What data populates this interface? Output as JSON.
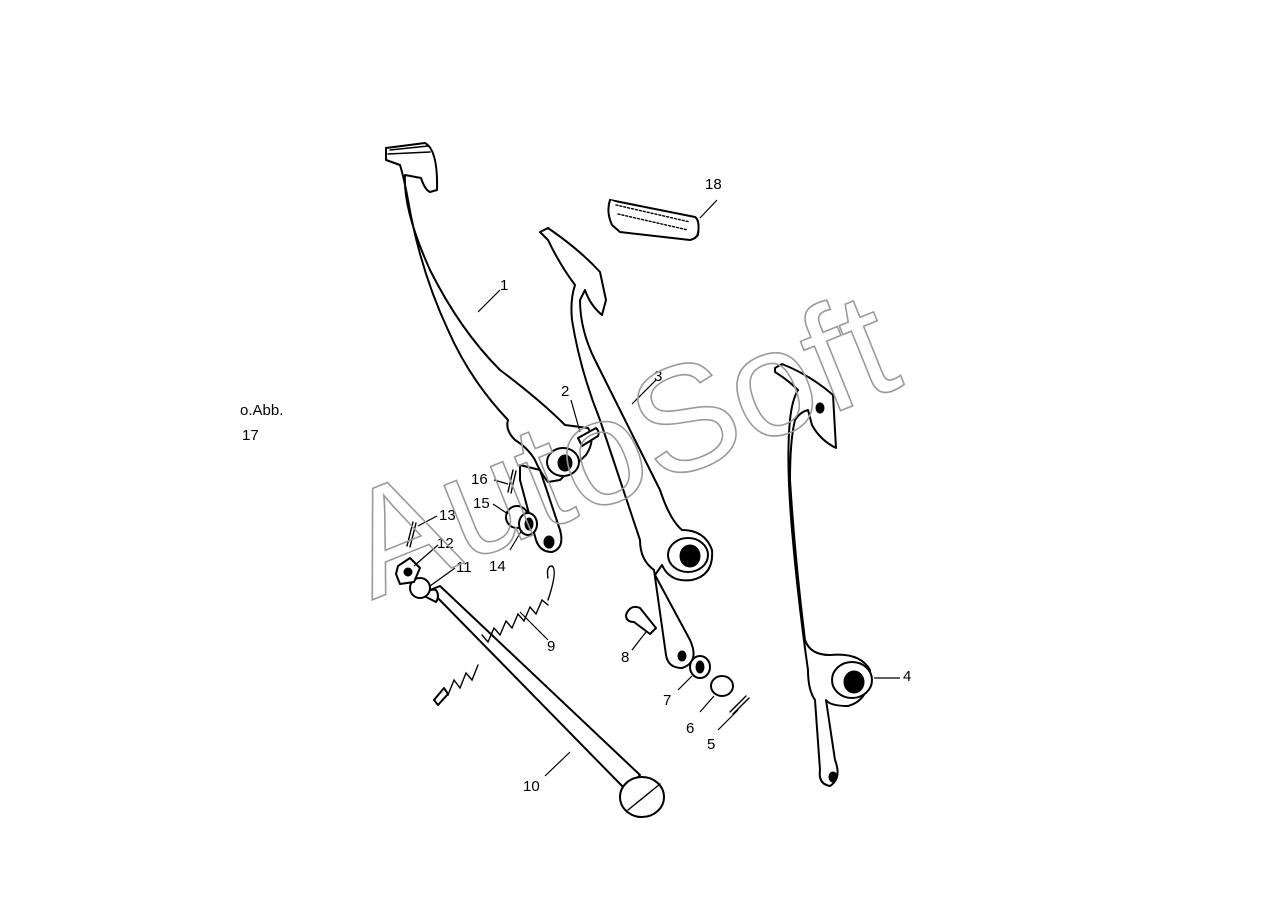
{
  "watermark": "AutoSoft",
  "note": {
    "line1": "o.Abb.",
    "line2": "17"
  },
  "callouts": [
    {
      "id": "1",
      "text": "1"
    },
    {
      "id": "2",
      "text": "2"
    },
    {
      "id": "3",
      "text": "3"
    },
    {
      "id": "4",
      "text": "4"
    },
    {
      "id": "5",
      "text": "5"
    },
    {
      "id": "6",
      "text": "6"
    },
    {
      "id": "7",
      "text": "7"
    },
    {
      "id": "8",
      "text": "8"
    },
    {
      "id": "9",
      "text": "9"
    },
    {
      "id": "10",
      "text": "10"
    },
    {
      "id": "11",
      "text": "11"
    },
    {
      "id": "12",
      "text": "12"
    },
    {
      "id": "13",
      "text": "13"
    },
    {
      "id": "14",
      "text": "14"
    },
    {
      "id": "15",
      "text": "15"
    },
    {
      "id": "16",
      "text": "16"
    },
    {
      "id": "18",
      "text": "18"
    }
  ]
}
